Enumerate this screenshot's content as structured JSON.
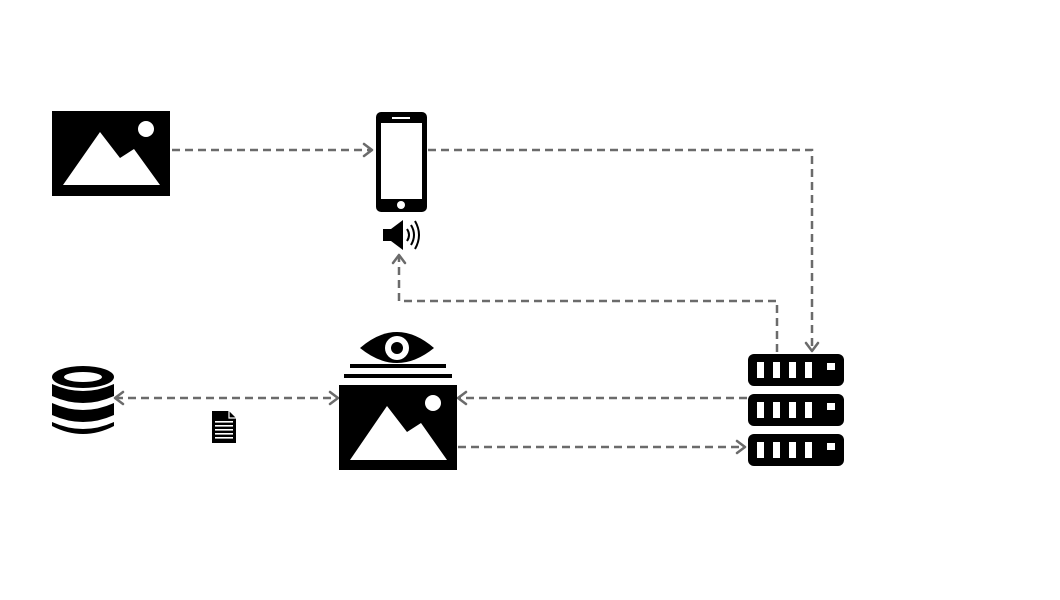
{
  "colors": {
    "icon": "#000000",
    "connector": "#6b6b6b",
    "background": "#ffffff"
  },
  "nodes": [
    {
      "id": "source-image",
      "icon": "image-icon"
    },
    {
      "id": "mobile-phone",
      "icon": "smartphone-icon"
    },
    {
      "id": "speaker",
      "icon": "speaker-icon"
    },
    {
      "id": "server-stack",
      "icon": "server-rack-icon"
    },
    {
      "id": "image-recognition",
      "icon": "eye-over-image-icon"
    },
    {
      "id": "database",
      "icon": "database-icon"
    },
    {
      "id": "document",
      "icon": "document-icon"
    }
  ],
  "connections": [
    {
      "from": "source-image",
      "to": "mobile-phone",
      "style": "dashed"
    },
    {
      "from": "mobile-phone",
      "to": "server-stack",
      "style": "dashed"
    },
    {
      "from": "server-stack",
      "to": "speaker",
      "style": "dashed"
    },
    {
      "from": "server-stack",
      "to": "image-recognition",
      "style": "dashed"
    },
    {
      "from": "image-recognition",
      "to": "server-stack",
      "style": "dashed"
    },
    {
      "from": "database",
      "to": "image-recognition",
      "style": "dashed",
      "bidirectional": true
    }
  ]
}
